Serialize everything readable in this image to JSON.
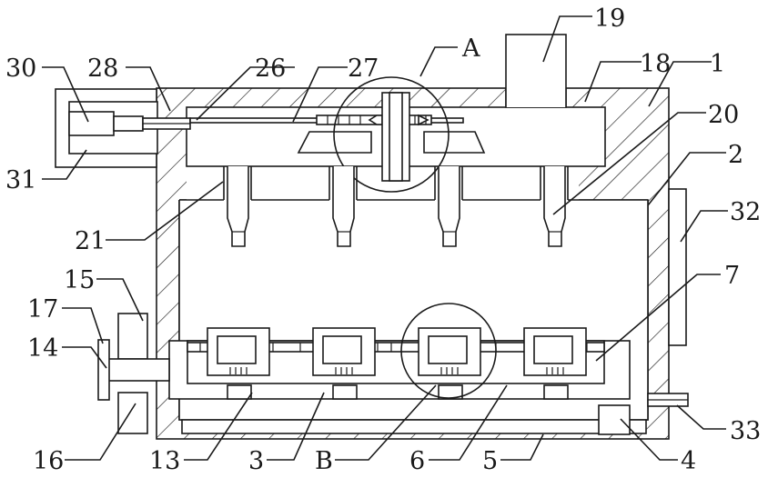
{
  "labels": {
    "l30": "30",
    "l28": "28",
    "l26": "26",
    "l27": "27",
    "lA": "A",
    "l19": "19",
    "l18": "18",
    "l1": "1",
    "l20": "20",
    "l2": "2",
    "l32": "32",
    "l31": "31",
    "l21": "21",
    "l15": "15",
    "l7": "7",
    "l17": "17",
    "l14": "14",
    "l33": "33",
    "l16": "16",
    "l13": "13",
    "l3": "3",
    "lB": "B",
    "l6": "6",
    "l5": "5",
    "l4": "4"
  }
}
